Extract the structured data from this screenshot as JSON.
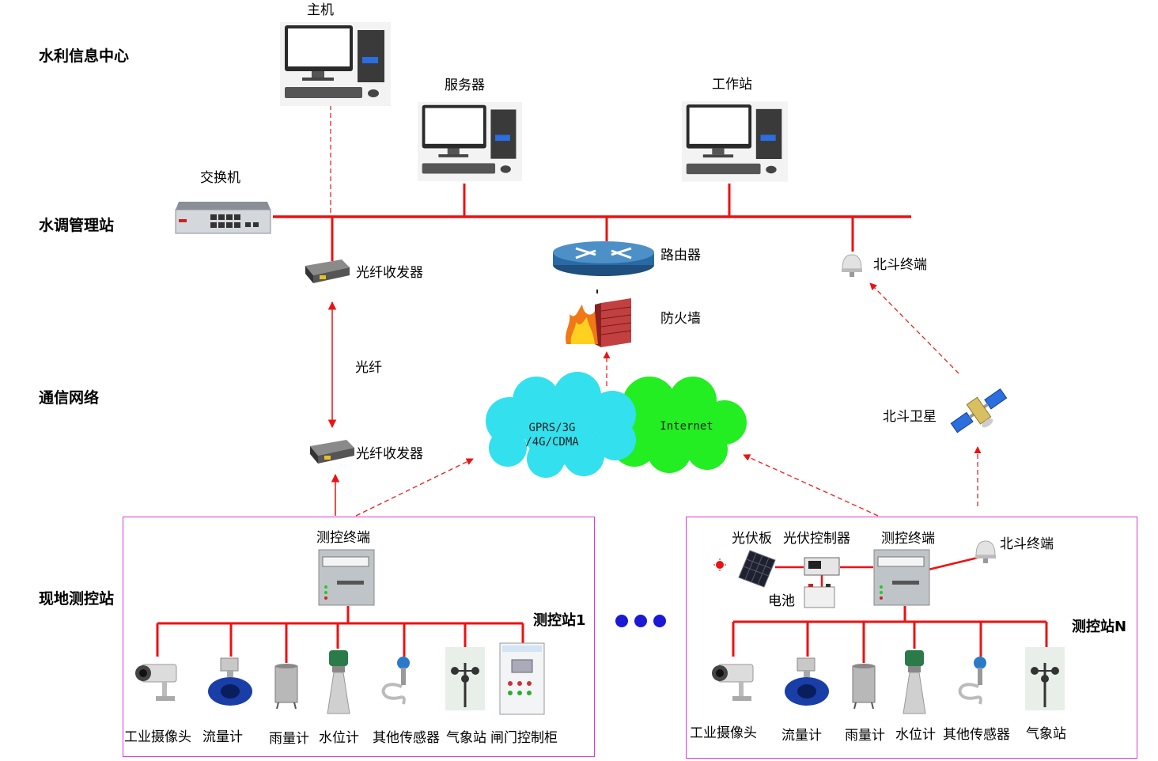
{
  "layers": {
    "info_center": "水利信息中心",
    "management": "水调管理站",
    "network": "通信网络",
    "field": "现地测控站"
  },
  "center": {
    "host": "主机",
    "server": "服务器",
    "workstation": "工作站",
    "switch": "交换机"
  },
  "network": {
    "router": "路由器",
    "firewall": "防火墙",
    "transceiver_top": "光纤收发器",
    "fiber": "光纤",
    "transceiver_bottom": "光纤收发器",
    "beidou_terminal_top": "北斗终端",
    "beidou_satellite": "北斗卫星",
    "cloud_mobile_line1": "GPRS/3G",
    "cloud_mobile_line2": "/4G/CDMA",
    "cloud_internet": "Internet"
  },
  "station1": {
    "name": "测控站1",
    "terminal": "测控终端",
    "devices": [
      "工业摄像头",
      "流量计",
      "雨量计",
      "水位计",
      "其他传感器",
      "气象站",
      "闸门控制柜"
    ]
  },
  "stationN": {
    "name": "测控站N",
    "terminal": "测控终端",
    "solar_panel": "光伏板",
    "solar_controller": "光伏控制器",
    "battery": "电池",
    "beidou_terminal": "北斗终端",
    "devices": [
      "工业摄像头",
      "流量计",
      "雨量计",
      "水位计",
      "其他传感器",
      "气象站"
    ]
  },
  "colors": {
    "bus": "#ee1111",
    "dashed": "#ee2222",
    "box_border": "#d63ad6",
    "cloud_mobile": "#33e0ee",
    "cloud_internet": "#22ee22",
    "ellipsis_dots": "#1a1ad6"
  }
}
